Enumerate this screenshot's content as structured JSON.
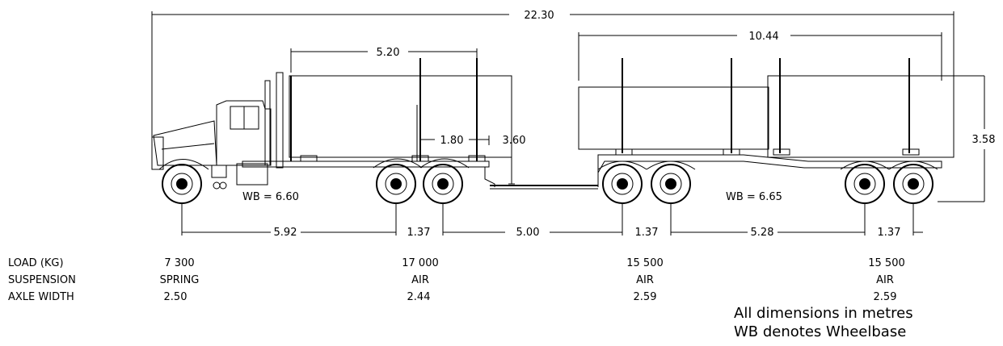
{
  "dimensions": {
    "overall_length": "22.30",
    "trailer_length": "10.44",
    "truck_bunk_spacing": "5.20",
    "truck_height": "3.60",
    "truck_rear_overhang": "1.80",
    "trailer_height": "3.58",
    "truck_wheelbase": "WB = 6.60",
    "trailer_wheelbase": "WB = 6.65",
    "spacing": [
      "5.92",
      "1.37",
      "5.00",
      "1.37",
      "5.28",
      "1.37"
    ]
  },
  "table": {
    "row_labels": [
      "LOAD (KG)",
      "SUSPENSION",
      "AXLE WIDTH"
    ],
    "columns": [
      {
        "load": "7 300",
        "suspension": "SPRING",
        "axle_width": "2.50"
      },
      {
        "load": "17 000",
        "suspension": "AIR",
        "axle_width": "2.44"
      },
      {
        "load": "15 500",
        "suspension": "AIR",
        "axle_width": "2.59"
      },
      {
        "load": "15 500",
        "suspension": "AIR",
        "axle_width": "2.59"
      }
    ]
  },
  "notes": {
    "line1": "All dimensions in metres",
    "line2": "WB denotes Wheelbase"
  }
}
